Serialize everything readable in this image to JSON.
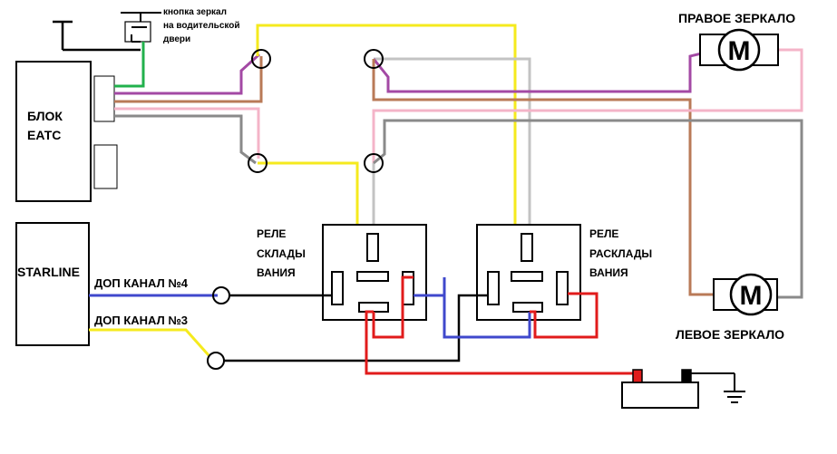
{
  "labels": {
    "button_line1": "кнопка зеркал",
    "button_line2": "на водительской",
    "button_line3": "двери",
    "eatc_line1": "БЛОК",
    "eatc_line2": "ЕАТС",
    "starline": "STARLINE",
    "channel4": "ДОП КАНАЛ №4",
    "channel3": "ДОП КАНАЛ №3",
    "relay_fold_line1": "РЕЛЕ",
    "relay_fold_line2": "СКЛАДЫ",
    "relay_fold_line3": "ВАНИЯ",
    "relay_unfold_line1": "РЕЛЕ",
    "relay_unfold_line2": "РАСКЛАДЫ",
    "relay_unfold_line3": "ВАНИЯ",
    "right_mirror": "ПРАВОЕ ЗЕРКАЛО",
    "left_mirror": "ЛЕВОЕ ЗЕРКАЛО",
    "motor_symbol": "M"
  },
  "colors": {
    "yellow": "#f5ea1e",
    "gray": "#c3c3c3",
    "gray_dark": "#8a8a8a",
    "purple": "#a349a4",
    "brown": "#b97a57",
    "pink": "#f4b4c8",
    "green": "#22b14c",
    "blue": "#3f48cc",
    "red": "#e11b1b",
    "black": "#000000"
  }
}
